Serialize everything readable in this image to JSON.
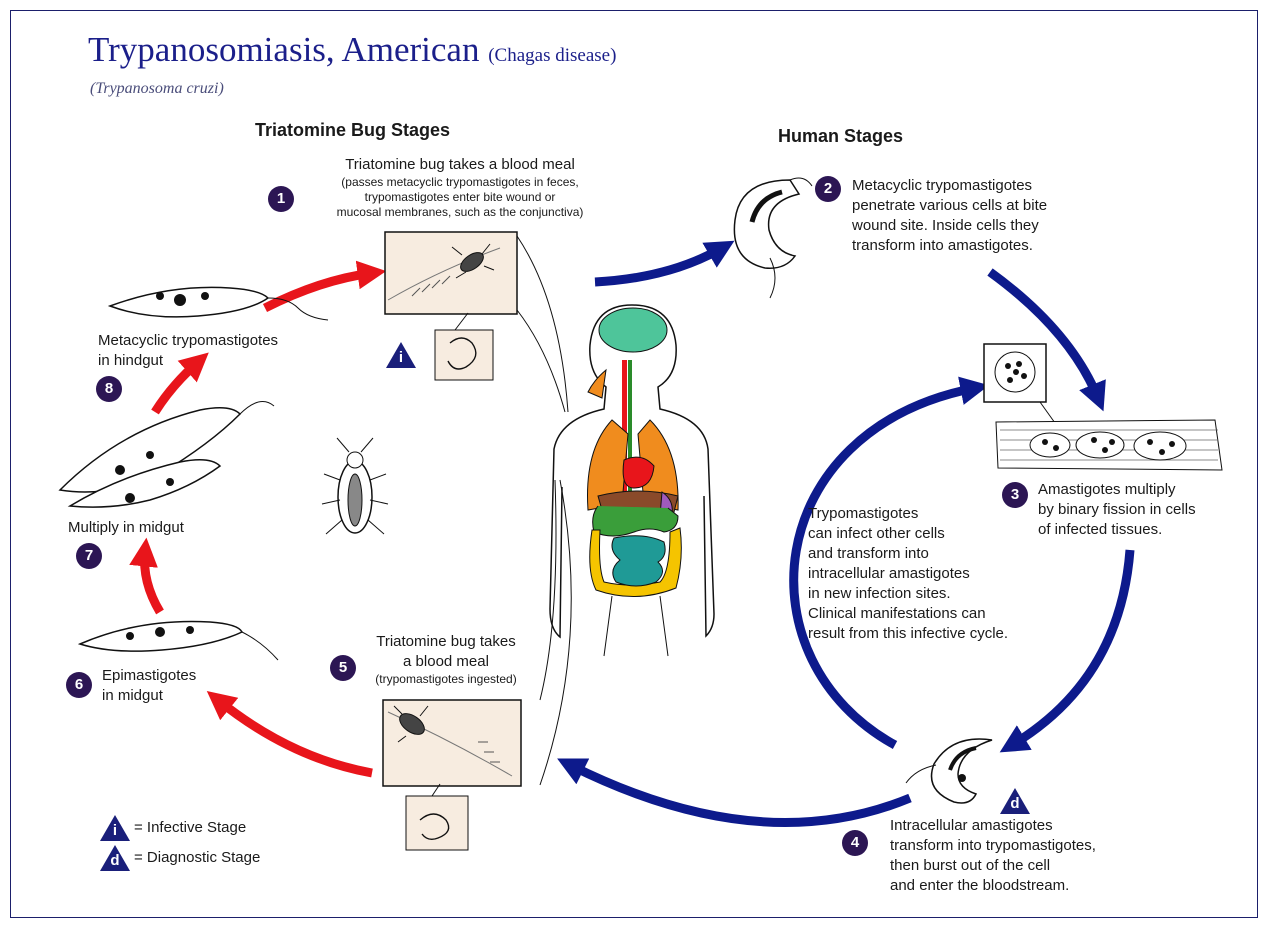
{
  "header": {
    "title": "Trypanosomiasis, American",
    "title_suffix": "(Chagas disease)",
    "subtitle": "(Trypanosoma cruzi)"
  },
  "sections": {
    "bug_stages": "Triatomine Bug Stages",
    "human_stages": "Human Stages"
  },
  "steps": {
    "s1": {
      "num": "1",
      "title": "Triatomine bug takes a blood meal",
      "lines": [
        "(passes metacyclic trypomastigotes in feces,",
        "trypomastigotes enter bite wound or",
        "mucosal membranes, such as the conjunctiva)"
      ]
    },
    "s2": {
      "num": "2",
      "lines": [
        "Metacyclic trypomastigotes",
        "penetrate various cells at bite",
        "wound site.  Inside cells they",
        "transform into amastigotes."
      ]
    },
    "s3": {
      "num": "3",
      "lines": [
        "Amastigotes multiply",
        "by binary fission in cells",
        "of infected tissues."
      ]
    },
    "s4": {
      "num": "4",
      "lines": [
        "Intracellular amastigotes",
        "transform into trypomastigotes,",
        "then burst out of the cell",
        "and enter the bloodstream."
      ]
    },
    "s5": {
      "num": "5",
      "lines": [
        "Triatomine bug takes",
        "a blood meal"
      ],
      "note": "(trypomastigotes ingested)"
    },
    "s6": {
      "num": "6",
      "lines": [
        "Epimastigotes",
        "in midgut"
      ]
    },
    "s7": {
      "num": "7",
      "lines": [
        "Multiply in midgut"
      ]
    },
    "s8": {
      "num": "8",
      "lines": [
        "Metacyclic trypomastigotes",
        "in hindgut"
      ]
    }
  },
  "center_note": {
    "lines": [
      "Trypomastigotes",
      "can infect other cells",
      "and transform into",
      "intracellular amastigotes",
      "in new infection sites.",
      "Clinical manifestations can",
      "result from this infective cycle."
    ]
  },
  "markers": {
    "infective_letter": "i",
    "diagnostic_letter": "d"
  },
  "legend": {
    "infective": "= Infective Stage",
    "diagnostic": "= Diagnostic Stage"
  },
  "colors": {
    "title": "#1b1f8a",
    "badge": "#2c1654",
    "human_arrow": "#0d1a8c",
    "bug_arrow": "#e8151b",
    "stage_marker": "#1a1f7a"
  }
}
